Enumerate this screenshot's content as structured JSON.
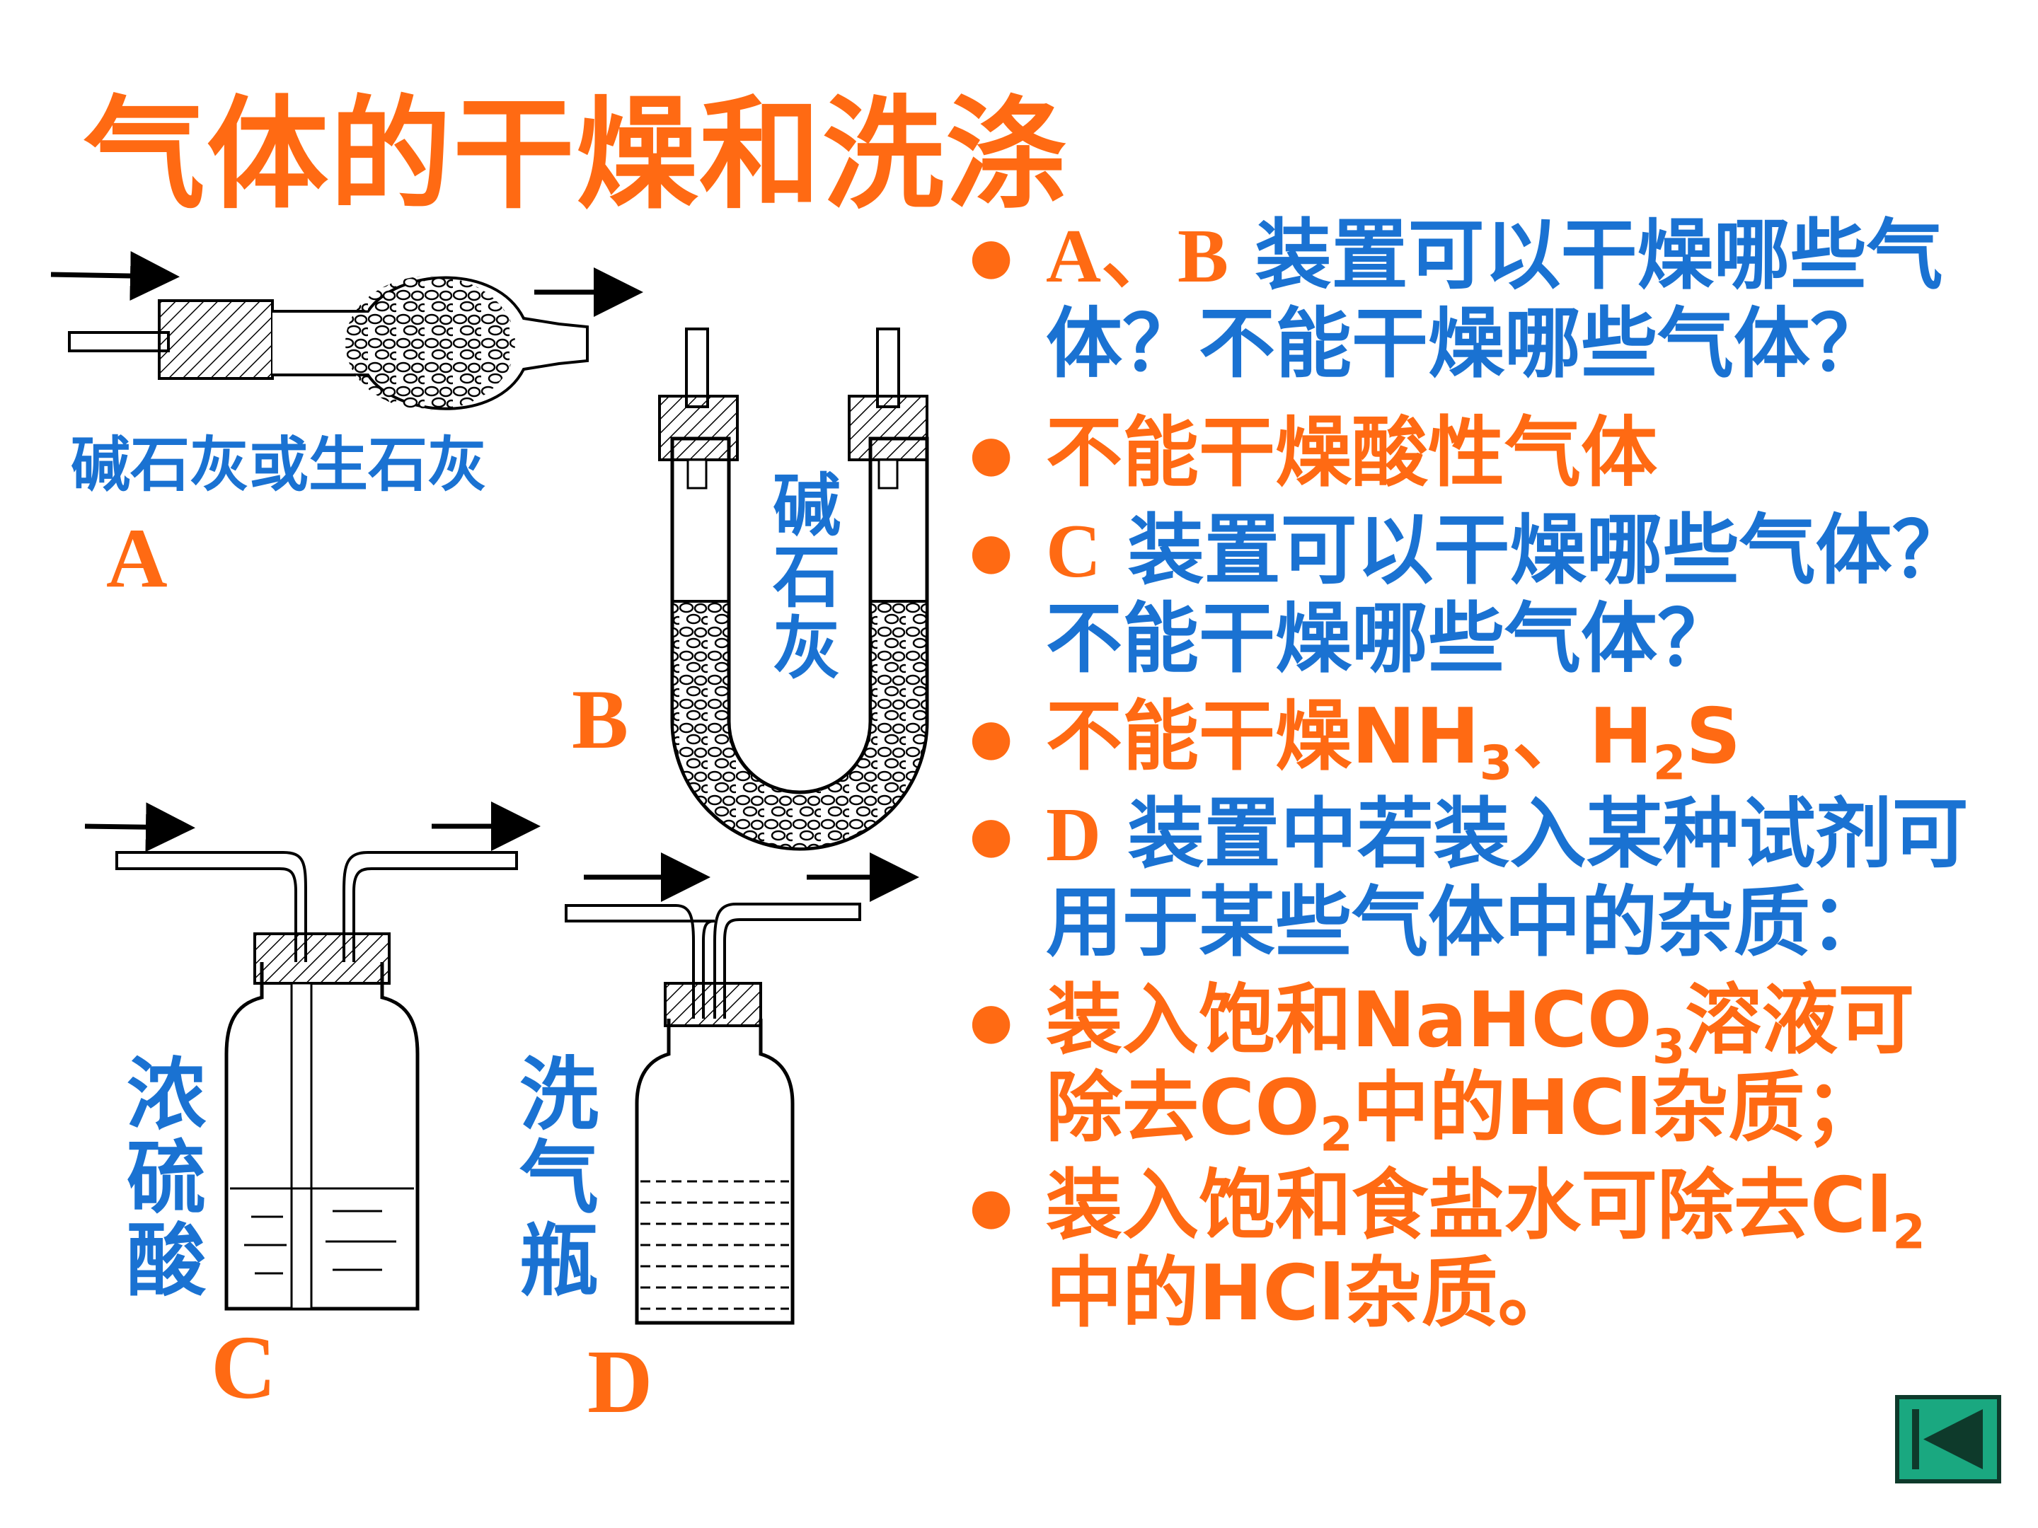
{
  "title": "气体的干燥和洗涤",
  "labels": {
    "a_reagent": "碱石灰或生石灰",
    "a": "A",
    "b_reagent": [
      "碱",
      "石",
      "灰"
    ],
    "b": "B",
    "c_reagent": [
      "浓",
      "硫",
      "酸"
    ],
    "c": "C",
    "d_reagent": [
      "洗",
      "气",
      "瓶"
    ],
    "d": "D"
  },
  "bullets": [
    {
      "lead": "A、B",
      "text": " 装置可以干燥哪些气体？不能干燥哪些气体？",
      "color": "blue"
    },
    {
      "text": "不能干燥酸性气体",
      "color": "orange"
    },
    {
      "lead": "C",
      "text": " 装置可以干燥哪些气体？不能干燥哪些气体？",
      "color": "blue"
    },
    {
      "p1": "不能干燥NH",
      "s1": "3",
      "p2": "、H",
      "s2": "2",
      "p3": "S",
      "color": "orange"
    },
    {
      "lead": "D",
      "text": " 装置中若装入某种试剂可用于某些气体中的杂质：",
      "color": "blue"
    },
    {
      "p1": "装入饱和NaHCO",
      "s1": "3",
      "p2": "溶液可除去CO",
      "s2": "2",
      "p3": "中的HCl杂质；",
      "color": "orange"
    },
    {
      "p1": "装入饱和食盐水可除去Cl",
      "s1": "2",
      "p2": "中的HCl杂质。",
      "color": "orange"
    }
  ],
  "nav": {
    "icon": "skip-to-start-icon"
  },
  "colors": {
    "title": "#ff6a13",
    "blue": "#1a72d2",
    "orange": "#ff6a13",
    "nav": "#1aa880"
  }
}
